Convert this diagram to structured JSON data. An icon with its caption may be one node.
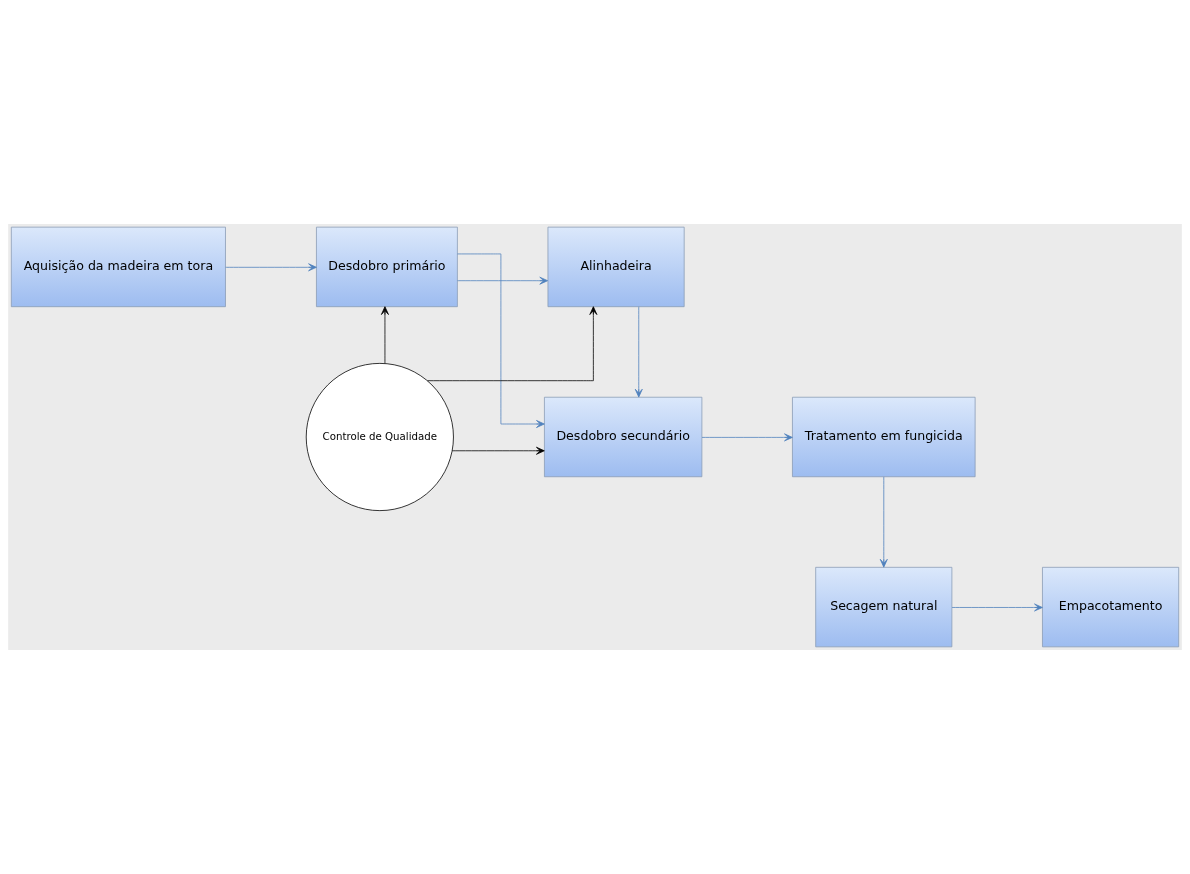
{
  "diagram": {
    "nodes": [
      {
        "text": [
          "Aquisição da madeira em tora"
        ]
      },
      {
        "text": [
          "Desdobro primário"
        ]
      },
      {
        "text": [
          "Alinhadeira"
        ]
      },
      {
        "text": [
          "Controle de Qualidade"
        ]
      },
      {
        "text": [
          "Desdobro secundário"
        ]
      },
      {
        "text": [
          "Tratamento em fungicida"
        ]
      },
      {
        "text": [
          "Secagem natural"
        ]
      },
      {
        "text": [
          "Empacotamento"
        ]
      }
    ],
    "edges": [
      {
        "from": 0,
        "to": 1,
        "arrow": "to"
      },
      {
        "from": 1,
        "to": 2,
        "arrow": "to"
      },
      {
        "from": 1,
        "to": 4,
        "arrow": "to"
      },
      {
        "from": 2,
        "to": 4,
        "arrow": "to"
      },
      {
        "from": 3,
        "to": 1,
        "arrow": "to",
        "color": "#000000"
      },
      {
        "from": 3,
        "to": 2,
        "arrow": "to",
        "color": "#000000"
      },
      {
        "from": 3,
        "to": 4,
        "arrow": "to",
        "color": "#000000"
      },
      {
        "from": 4,
        "to": 5,
        "arrow": "to"
      },
      {
        "from": 5,
        "to": 6,
        "arrow": "to"
      },
      {
        "from": 6,
        "to": 7,
        "arrow": "to"
      }
    ]
  }
}
